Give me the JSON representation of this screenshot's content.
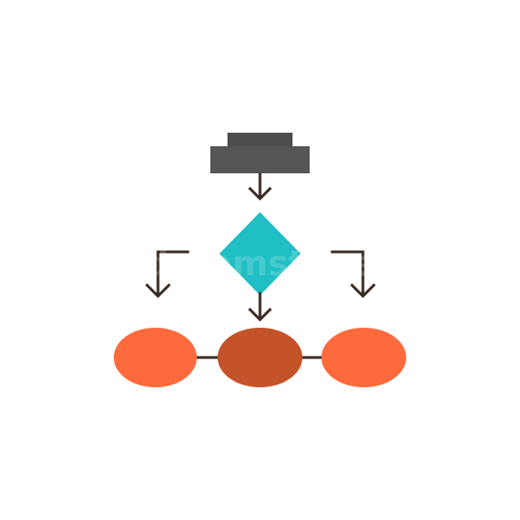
{
  "icon": {
    "name": "flowchart-icon",
    "colors": {
      "background": "#ffffff",
      "start_block": "#4d4d4d",
      "decision_diamond": "#1fbfc4",
      "side_ellipses": "#ff6a3d",
      "center_ellipse": "#c5532a",
      "connectors": "#3a2a22"
    },
    "shapes": [
      "start-block-icon",
      "decision-diamond-icon",
      "left-ellipse-icon",
      "center-ellipse-icon",
      "right-ellipse-icon"
    ],
    "arrows": [
      "down-arrow-top",
      "down-arrow-center",
      "down-arrow-left",
      "down-arrow-right"
    ]
  },
  "watermark": {
    "text": "dreamstime"
  }
}
